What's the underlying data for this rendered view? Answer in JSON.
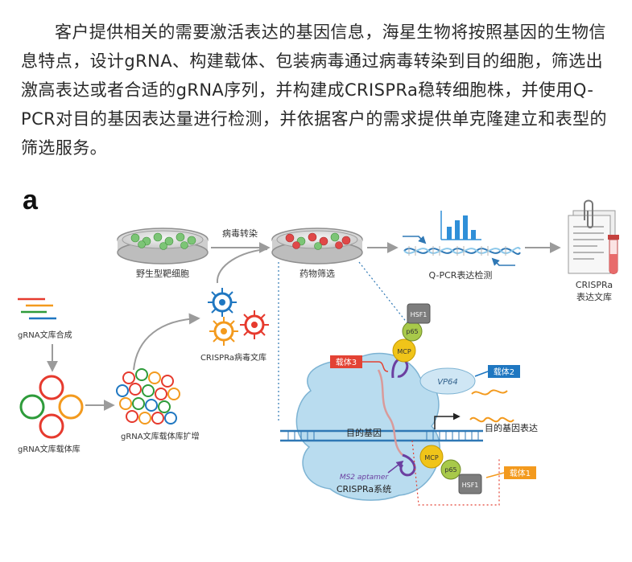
{
  "intro_text": "客户提供相关的需要激活表达的基因信息，海星生物将按照基因的生物信息特点，设计gRNA、构建载体、包装病毒通过病毒转染到目的细胞，筛选出激高表达或者合适的gRNA序列，并构建成CRISPRa稳转细胞株，并使用Q-PCR对目的基因表达量进行检测，并依据客户的需求提供单克隆建立和表型的筛选服务。",
  "panel_letter": "a",
  "labels": {
    "wild_type_cells": "野生型靶细胞",
    "viral_transduction": "病毒转染",
    "drug_selection": "药物筛选",
    "qpcr": "Q-PCR表达检测",
    "crispra_library_line1": "CRISPRa",
    "crispra_library_line2": "表达文库",
    "grna_synthesis": "gRNA文库合成",
    "grna_vector_library": "gRNA文库载体库",
    "grna_amplification": "gRNA文库载体库扩增",
    "crispra_virus_library": "CRISPRa病毒文库",
    "vector1": "载体1",
    "vector2": "载体2",
    "vector3": "载体3",
    "target_gene": "目的基因",
    "target_expression": "目的基因表达",
    "ms2_aptamer": "MS2 aptamer",
    "crispra_system": "CRISPRa系统",
    "hsf1": "HSF1",
    "p65": "p65",
    "mcp": "MCP",
    "vp64": "VP64"
  },
  "colors": {
    "text": "#2a2a2a",
    "arrow": "#9b9b9b",
    "cell_green": "#7cc576",
    "cell_red": "#e04848",
    "vector_red": "#e34234",
    "vector_blue": "#1f77c1",
    "vector_orange": "#f39a1e",
    "cas9_blue": "#b9dcef",
    "dna_blue": "#2f78b5",
    "chart_blue": "#2f8fd8"
  },
  "icons": [
    "petri-dish-icon",
    "virus-icon",
    "plasmid-ring-icon",
    "dna-helix-icon",
    "bar-chart-icon",
    "document-icon",
    "test-tube-icon",
    "paperclip-icon"
  ]
}
